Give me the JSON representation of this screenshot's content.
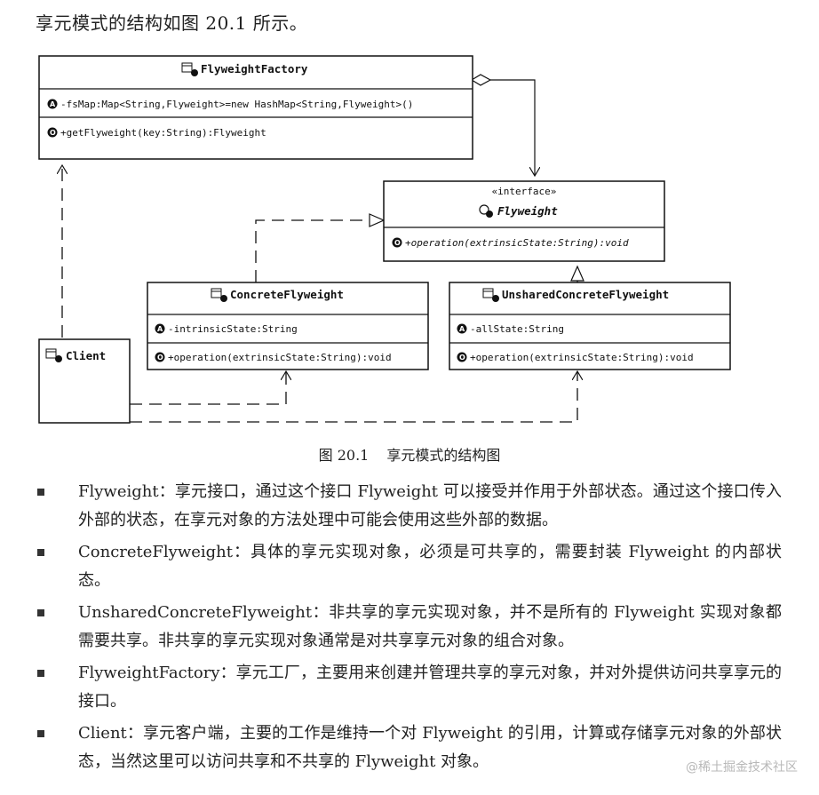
{
  "intro_text": "享元模式的结构如图 20.1 所示。",
  "diagram": {
    "factory": {
      "name": "FlyweightFactory",
      "attribute": "-fsMap:Map<String,Flyweight>=new HashMap<String,Flyweight>()",
      "operation": "+getFlyweight(key:String):Flyweight"
    },
    "flyweight": {
      "stereotype": "«interface»",
      "name": "Flyweight",
      "operation": "+operation(extrinsicState:String):void"
    },
    "concrete": {
      "name": "ConcreteFlyweight",
      "attribute": "-intrinsicState:String",
      "operation": "+operation(extrinsicState:String):void"
    },
    "unshared": {
      "name": "UnsharedConcreteFlyweight",
      "attribute": "-allState:String",
      "operation": "+operation(extrinsicState:String):void"
    },
    "client": {
      "name": "Client"
    },
    "icons": {
      "class": "class-icon",
      "interface": "interface-icon",
      "attribute": "attribute-icon",
      "operation": "operation-icon"
    }
  },
  "caption": {
    "number": "图 20.1",
    "title": "享元模式的结构图"
  },
  "bullets": [
    {
      "term": "Flyweight",
      "desc": "：享元接口，通过这个接口 Flyweight 可以接受并作用于外部状态。通过这个接口传入外部的状态，在享元对象的方法处理中可能会使用这些外部的数据。"
    },
    {
      "term": "ConcreteFlyweight",
      "desc": "：具体的享元实现对象，必须是可共享的，需要封装 Flyweight 的内部状态。"
    },
    {
      "term": "UnsharedConcreteFlyweight",
      "desc": "：非共享的享元实现对象，并不是所有的 Flyweight 实现对象都需要共享。非共享的享元实现对象通常是对共享享元对象的组合对象。"
    },
    {
      "term": "FlyweightFactory",
      "desc": "：享元工厂，主要用来创建并管理共享的享元对象，并对外提供访问共享享元的接口。"
    },
    {
      "term": "Client",
      "desc": "：享元客户端，主要的工作是维持一个对 Flyweight 的引用，计算或存储享元对象的外部状态，当然这里可以访问共享和不共享的 Flyweight 对象。"
    }
  ],
  "watermark": "@稀土掘金技术社区"
}
